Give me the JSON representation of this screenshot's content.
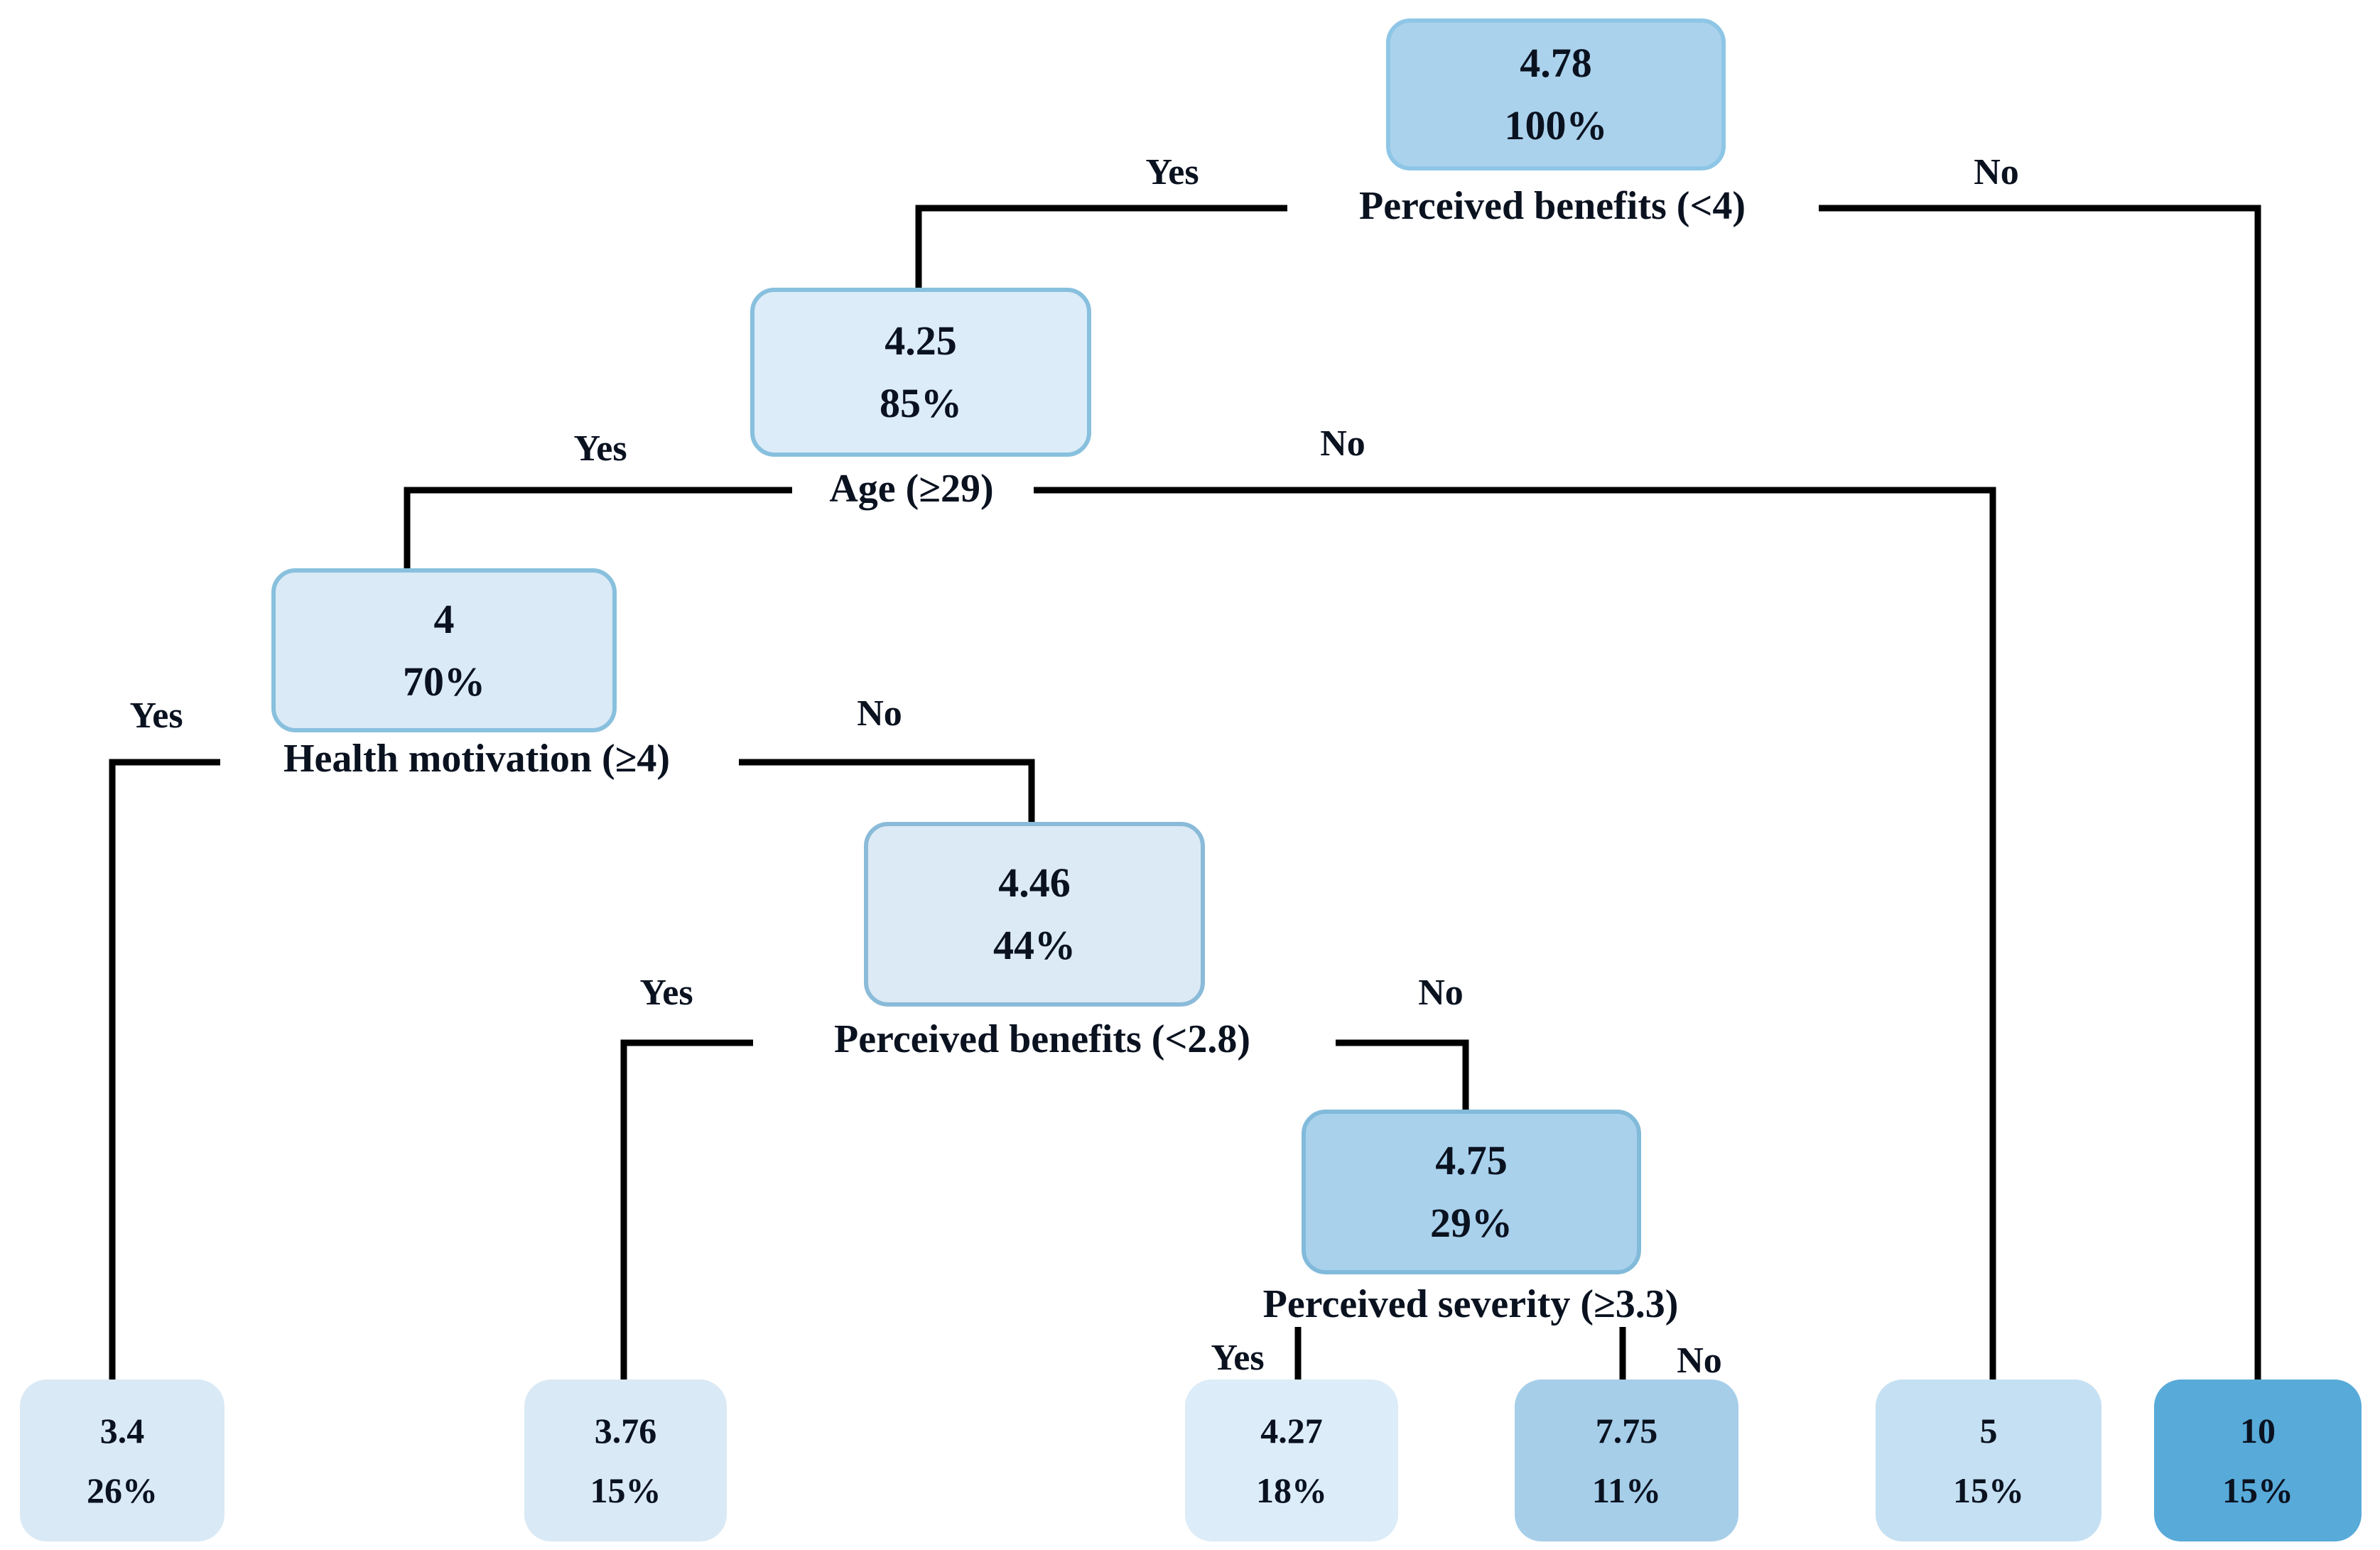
{
  "diagram": {
    "type": "decision-tree",
    "background": "#ffffff",
    "connector_color": "#000000",
    "text_color": "#0a1220"
  },
  "nodes": {
    "root": {
      "value": "4.78",
      "percent": "100%",
      "fill": "#abd2ec",
      "border": "#8ec6e6"
    },
    "n425": {
      "value": "4.25",
      "percent": "85%",
      "fill": "#dcecf8",
      "border": "#88c0de"
    },
    "n4": {
      "value": "4",
      "percent": "70%",
      "fill": "#daeaf6",
      "border": "#88c0de"
    },
    "n446": {
      "value": "4.46",
      "percent": "44%",
      "fill": "#dceaf5",
      "border": "#8abbd8"
    },
    "n475": {
      "value": "4.75",
      "percent": "29%",
      "fill": "#a9d1ec",
      "border": "#82bada"
    },
    "l34": {
      "value": "3.4",
      "percent": "26%",
      "fill": "#d9e9f5"
    },
    "l376": {
      "value": "3.76",
      "percent": "15%",
      "fill": "#d9e9f5"
    },
    "l427": {
      "value": "4.27",
      "percent": "18%",
      "fill": "#dcecf8"
    },
    "l775": {
      "value": "7.75",
      "percent": "11%",
      "fill": "#a6cee9"
    },
    "l5": {
      "value": "5",
      "percent": "15%",
      "fill": "#c5e0f2"
    },
    "l10": {
      "value": "10",
      "percent": "15%",
      "fill": "#58aad9"
    }
  },
  "splits": {
    "benefits4": {
      "label": "Perceived benefits (<4)",
      "yes": "Yes",
      "no": "No"
    },
    "age": {
      "label": "Age (≥29)",
      "yes": "Yes",
      "no": "No"
    },
    "health": {
      "label": "Health motivation (≥4)",
      "yes": "Yes",
      "no": "No"
    },
    "benefits28": {
      "label": "Perceived benefits (<2.8)",
      "yes": "Yes",
      "no": "No"
    },
    "severity": {
      "label": "Perceived severity (≥3.3)",
      "yes": "Yes",
      "no": "No"
    }
  }
}
